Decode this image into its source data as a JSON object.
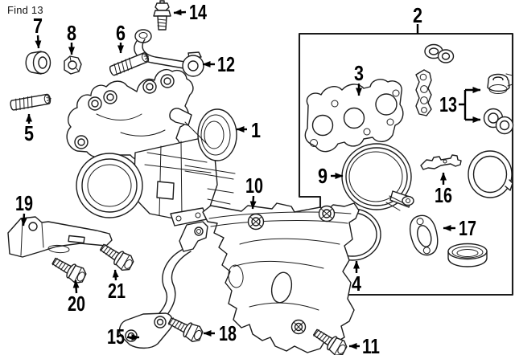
{
  "header": {
    "find_label": "Find 13"
  },
  "colors": {
    "background": "#ffffff",
    "line": "#1c1c1c",
    "label": "#000000"
  },
  "callouts": [
    {
      "num": "1"
    },
    {
      "num": "2"
    },
    {
      "num": "3"
    },
    {
      "num": "4"
    },
    {
      "num": "5"
    },
    {
      "num": "6"
    },
    {
      "num": "7"
    },
    {
      "num": "8"
    },
    {
      "num": "9"
    },
    {
      "num": "10"
    },
    {
      "num": "11"
    },
    {
      "num": "12"
    },
    {
      "num": "13"
    },
    {
      "num": "14"
    },
    {
      "num": "15"
    },
    {
      "num": "16"
    },
    {
      "num": "17"
    },
    {
      "num": "18"
    },
    {
      "num": "19"
    },
    {
      "num": "20"
    },
    {
      "num": "21"
    }
  ]
}
